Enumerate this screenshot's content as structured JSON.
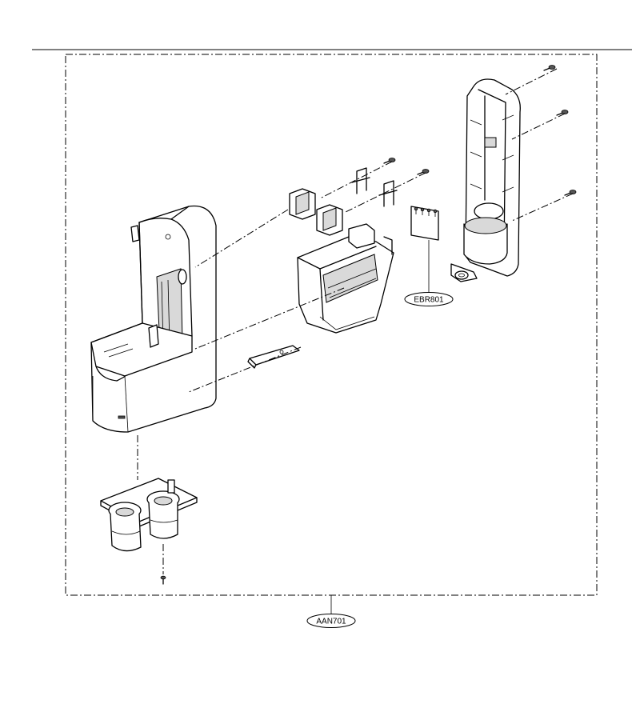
{
  "labels": {
    "assembly_code": "AAN701",
    "part_code": "EBR801"
  },
  "parts": [
    "screw-icon",
    "back-cover",
    "switch-bracket",
    "micro-switch",
    "pcb-board",
    "actuator-housing",
    "lever-plate",
    "front-housing",
    "nozzle-bracket",
    "bottom-screw"
  ]
}
